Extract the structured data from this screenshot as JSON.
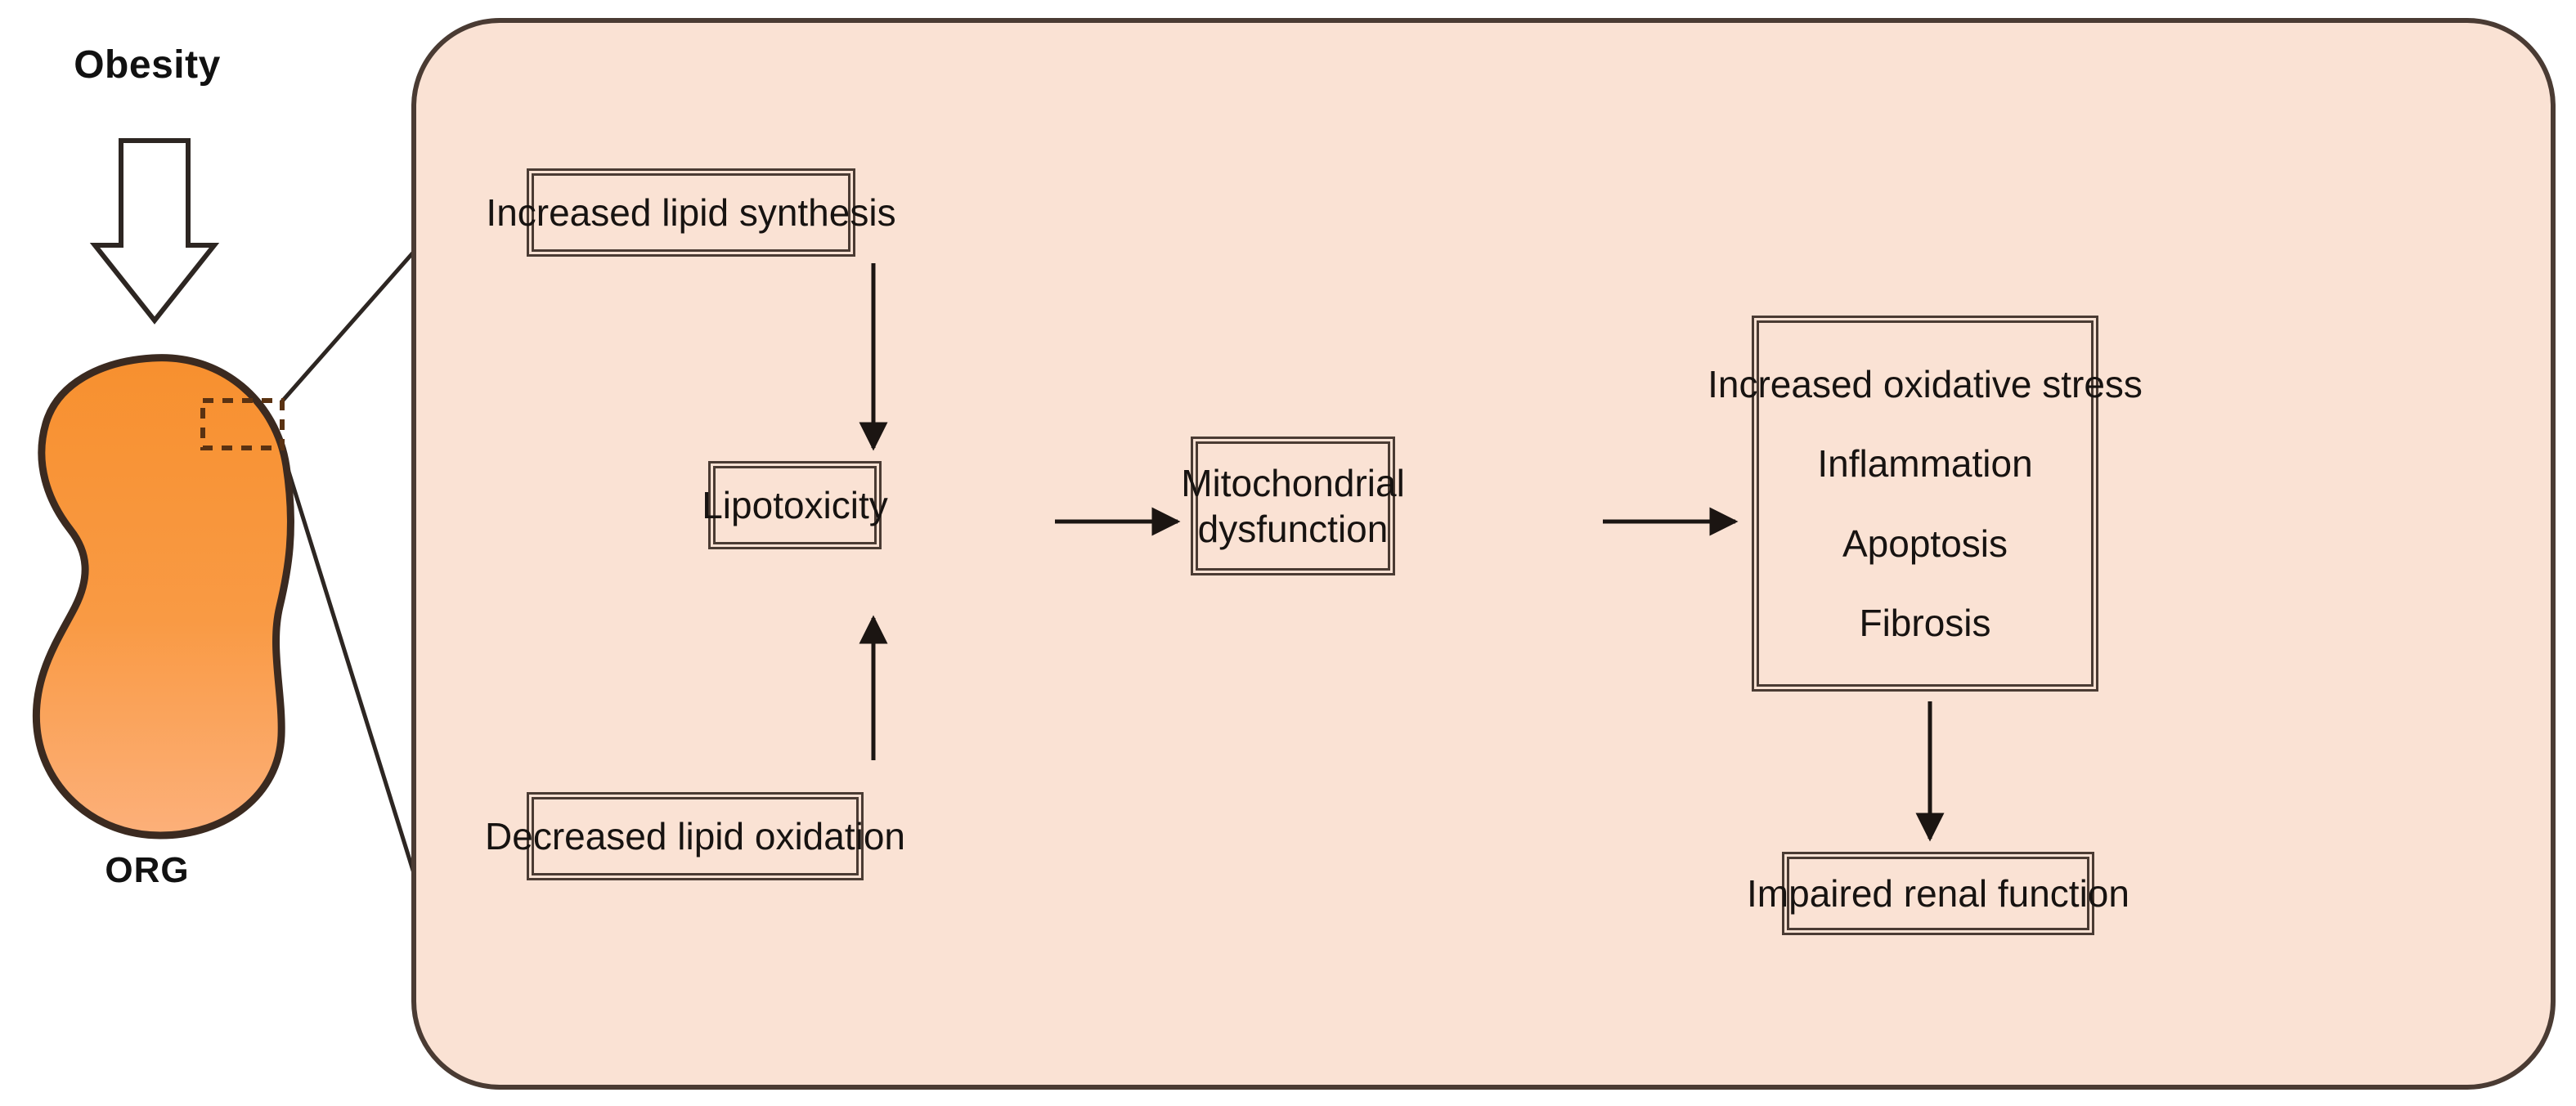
{
  "figure": {
    "type": "flow-diagram",
    "title_text": "Obesity-related glomerulopathy lipid pathway",
    "colors": {
      "panel_fill": "#fae2d4",
      "panel_border": "#4a3b33",
      "kidney_top": "#f7902f",
      "kidney_bottom": "#fca96b",
      "kidney_outline": "#3b2a20",
      "text": "#171311",
      "page_background": "#ffffff"
    }
  },
  "left": {
    "obesity_label": "Obesity",
    "org_label": "ORG",
    "arrow_icon": "down-block-arrow-icon",
    "kidney_icon": "kidney-organ-icon",
    "roi_icon": "dashed-region-of-interest-icon"
  },
  "panel": {
    "shape": "rounded-rectangle",
    "nodes": {
      "increased_lipid_synthesis": {
        "label": "Increased lipid synthesis"
      },
      "lipotoxicity": {
        "label": "Lipotoxicity"
      },
      "mitochondrial_dysfunction": {
        "line1": "Mitochondrial",
        "line2": "dysfunction"
      },
      "decreased_lipid_oxidation": {
        "label": "Decreased lipid oxidation"
      },
      "outcomes": {
        "lines": [
          "Increased oxidative stress",
          "Inflammation",
          "Apoptosis",
          "Fibrosis"
        ]
      },
      "impaired_renal_function": {
        "label": "Impaired renal function"
      }
    },
    "edges": [
      {
        "from": "increased_lipid_synthesis",
        "to": "lipotoxicity",
        "direction": "down"
      },
      {
        "from": "decreased_lipid_oxidation",
        "to": "lipotoxicity",
        "direction": "up"
      },
      {
        "from": "lipotoxicity",
        "to": "mitochondrial_dysfunction",
        "direction": "right"
      },
      {
        "from": "mitochondrial_dysfunction",
        "to": "outcomes",
        "direction": "right"
      },
      {
        "from": "outcomes",
        "to": "impaired_renal_function",
        "direction": "down"
      }
    ],
    "callout_lines": 2
  }
}
